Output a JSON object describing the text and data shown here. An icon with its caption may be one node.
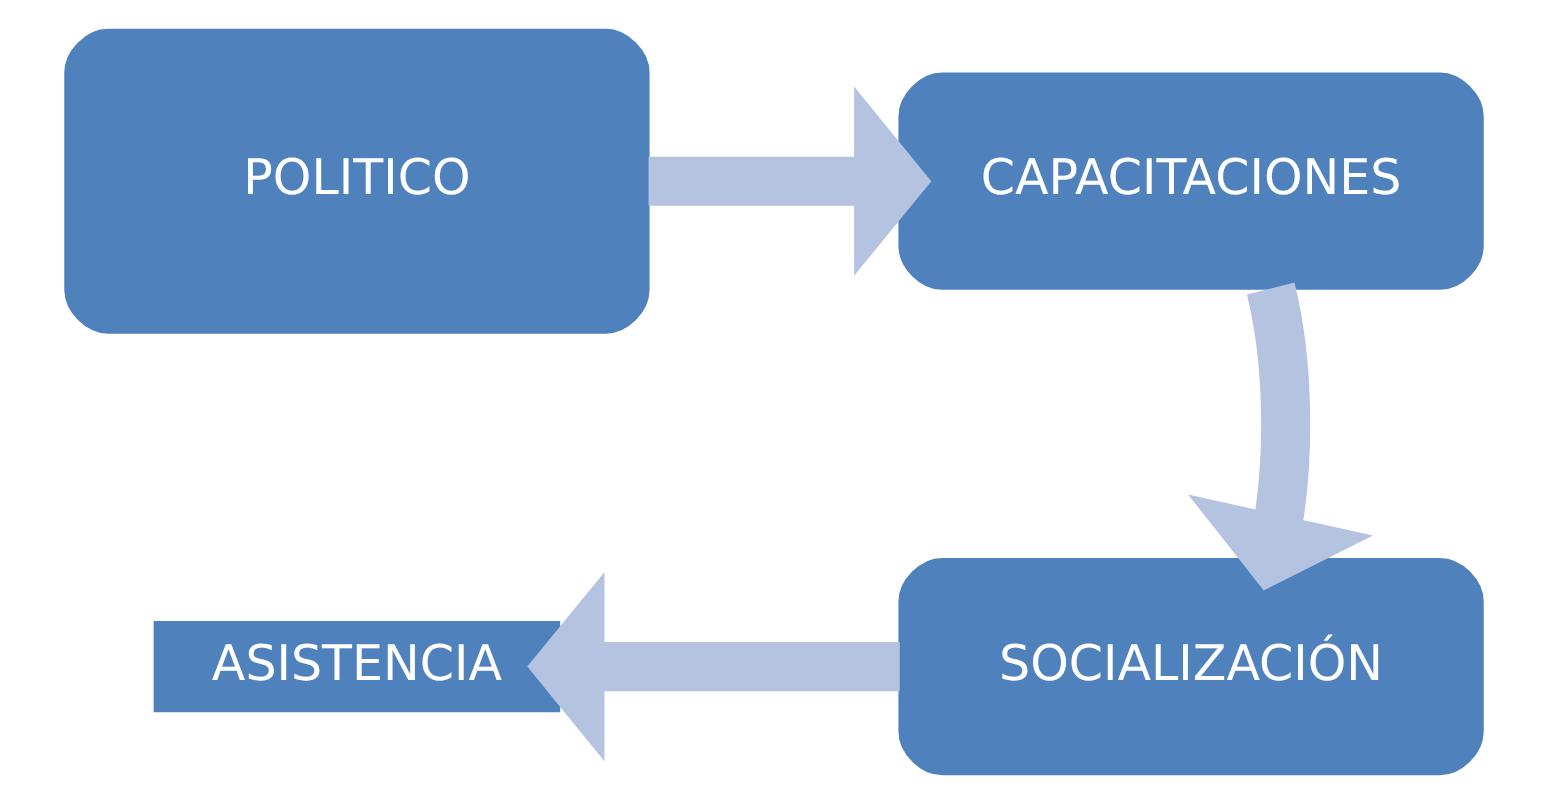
{
  "diagram": {
    "nodes": [
      {
        "text": [
          "POLITICO"
        ]
      },
      {
        "text": [
          "CAPACITACIONES"
        ]
      },
      {
        "text": [
          "SOCIALIZACIÓN"
        ]
      },
      {
        "text": [
          "ASISTENCIA"
        ]
      }
    ],
    "edges": [
      {
        "from": 0,
        "to": 1,
        "arrow": "to"
      },
      {
        "from": 1,
        "to": 2,
        "arrow": "to"
      },
      {
        "from": 2,
        "to": 3,
        "arrow": "to"
      }
    ]
  }
}
